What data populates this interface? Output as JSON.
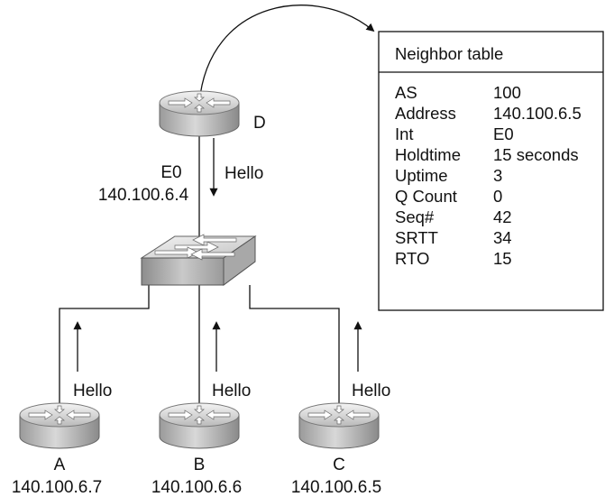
{
  "router_d": {
    "name": "D",
    "interface": "E0",
    "address": "140.100.6.4",
    "message": "Hello"
  },
  "routers": [
    {
      "name": "A",
      "address": "140.100.6.7",
      "message": "Hello"
    },
    {
      "name": "B",
      "address": "140.100.6.6",
      "message": "Hello"
    },
    {
      "name": "C",
      "address": "140.100.6.5",
      "message": "Hello"
    }
  ],
  "neighbor_table": {
    "title": "Neighbor table",
    "rows": [
      {
        "field": "AS",
        "value": "100"
      },
      {
        "field": "Address",
        "value": "140.100.6.5"
      },
      {
        "field": "Int",
        "value": "E0"
      },
      {
        "field": "Holdtime",
        "value": "15 seconds"
      },
      {
        "field": "Uptime",
        "value": "3"
      },
      {
        "field": "Q Count",
        "value": "0"
      },
      {
        "field": "Seq#",
        "value": "42"
      },
      {
        "field": "SRTT",
        "value": "34"
      },
      {
        "field": "RTO",
        "value": "15"
      }
    ]
  }
}
